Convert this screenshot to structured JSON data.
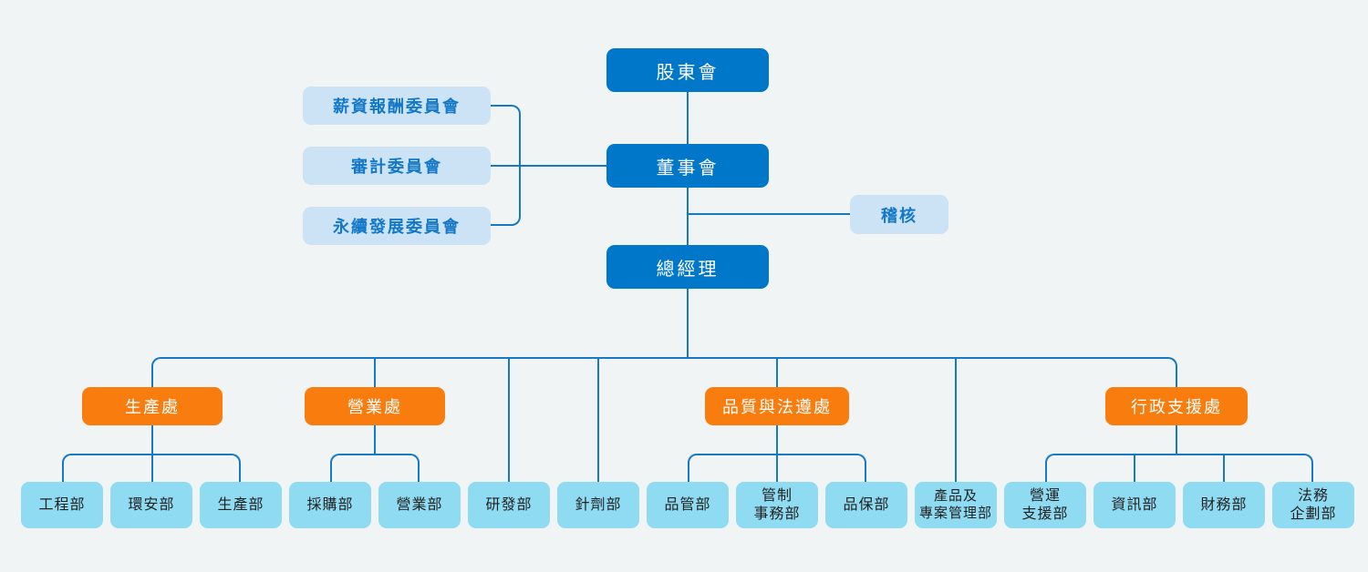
{
  "colors": {
    "background": "#f1f4f4",
    "primary_box": "#0077c8",
    "primary_text": "#ffffff",
    "committee_box": "#cbe3f5",
    "committee_text": "#1378c8",
    "division_box": "#f97d0e",
    "division_text": "#ffffff",
    "department_box": "#8fdbf2",
    "department_text": "#222222",
    "connector_line": "#1779c4"
  },
  "org": {
    "shareholders": {
      "label": "股東會"
    },
    "board": {
      "label": "董事會"
    },
    "general_manager": {
      "label": "總經理"
    },
    "audit_office": {
      "label": "稽核",
      "reports_to": "董事會"
    },
    "committees": [
      {
        "label": "薪資報酬委員會",
        "reports_to": "董事會"
      },
      {
        "label": "審計委員會",
        "reports_to": "董事會"
      },
      {
        "label": "永續發展委員會",
        "reports_to": "董事會"
      }
    ],
    "divisions": [
      {
        "label": "生產處",
        "reports_to": "總經理"
      },
      {
        "label": "營業處",
        "reports_to": "總經理"
      },
      {
        "label": "品質與法遵處",
        "reports_to": "總經理"
      },
      {
        "label": "行政支援處",
        "reports_to": "總經理"
      }
    ],
    "departments": [
      {
        "label": "工程部",
        "parent": "生產處"
      },
      {
        "label": "環安部",
        "parent": "生產處"
      },
      {
        "label": "生產部",
        "parent": "生產處"
      },
      {
        "label": "採購部",
        "parent": "營業處"
      },
      {
        "label": "營業部",
        "parent": "營業處"
      },
      {
        "label": "研發部",
        "parent": "總經理"
      },
      {
        "label": "針劑部",
        "parent": "總經理"
      },
      {
        "label": "品管部",
        "parent": "品質與法遵處"
      },
      {
        "label": "管制\n事務部",
        "parent": "品質與法遵處"
      },
      {
        "label": "品保部",
        "parent": "品質與法遵處"
      },
      {
        "label": "產品及\n專案管理部",
        "parent": "總經理"
      },
      {
        "label": "營運\n支援部",
        "parent": "行政支援處"
      },
      {
        "label": "資訊部",
        "parent": "行政支援處"
      },
      {
        "label": "財務部",
        "parent": "行政支援處"
      },
      {
        "label": "法務\n企劃部",
        "parent": "行政支援處"
      }
    ]
  }
}
